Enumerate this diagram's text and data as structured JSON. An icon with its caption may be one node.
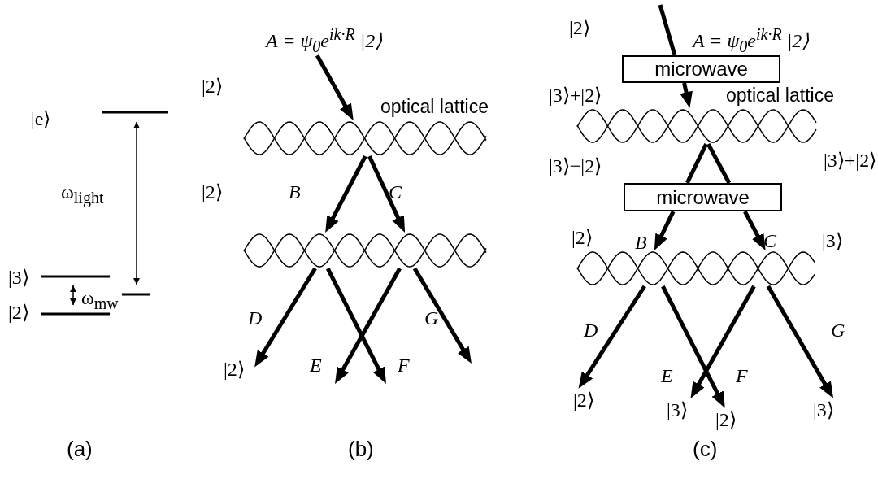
{
  "diagram": {
    "nodes": [
      {
        "text": [
          "A = ψ$_{0}$e$^{ik·R}$ |2⟩"
        ]
      },
      {
        "text": [],
        "shape": "wave",
        "beside": [
          "optical lattice"
        ]
      },
      {
        "text": [],
        "shape": "wave"
      },
      {
        "text": [
          "microwave"
        ]
      },
      {
        "text": [],
        "shape": "wave",
        "beside": [
          "optical lattice"
        ]
      },
      {
        "text": [
          "microwave"
        ]
      },
      {
        "text": [],
        "shape": "wave"
      },
      {
        "text": [
          "|2⟩"
        ]
      },
      {
        "text": [
          "|2⟩"
        ]
      },
      {
        "text": [
          "|3⟩"
        ]
      },
      {
        "text": [
          "|2⟩"
        ]
      },
      {
        "text": [
          "|3⟩"
        ]
      }
    ],
    "edges": [
      {
        "from": 0,
        "to": 1,
        "arrow": "to"
      },
      {
        "from": 1,
        "to": 2,
        "arrow": "to",
        "label": "B"
      },
      {
        "from": 1,
        "to": 2,
        "arrow": "to",
        "label": "C"
      },
      {
        "from": 2,
        "to": 7,
        "arrow": "to",
        "label": "D"
      },
      {
        "from": 2,
        "to": null,
        "arrow": "to",
        "label": "E"
      },
      {
        "from": 2,
        "to": null,
        "arrow": "to",
        "label": "F"
      },
      {
        "from": 2,
        "to": null,
        "arrow": "to",
        "label": "G"
      },
      {
        "from": null,
        "to": 3,
        "arrow": "none"
      },
      {
        "from": 3,
        "to": 4,
        "arrow": "to"
      },
      {
        "from": 4,
        "to": 5,
        "arrow": "none"
      },
      {
        "from": 4,
        "to": 5,
        "arrow": "none"
      },
      {
        "from": 5,
        "to": 6,
        "arrow": "to",
        "label": "B"
      },
      {
        "from": 5,
        "to": 6,
        "arrow": "to",
        "label": "C"
      },
      {
        "from": 6,
        "to": 8,
        "arrow": "to",
        "label": "D"
      },
      {
        "from": 6,
        "to": 9,
        "arrow": "to",
        "label": "E"
      },
      {
        "from": 6,
        "to": 10,
        "arrow": "to",
        "label": "F"
      },
      {
        "from": 6,
        "to": 11,
        "arrow": "to",
        "label": "G"
      }
    ],
    "labels": [
      "|e⟩",
      "ω$_{light}$",
      "|3⟩",
      "ω$_{mw}$",
      "|2⟩",
      "(a)",
      "|2⟩",
      "|2⟩",
      "(b)",
      "|2⟩",
      "A = ψ$_{0}$e$^{ik·R}$ |2⟩",
      "|3⟩+|2⟩",
      "|3⟩−|2⟩",
      "|3⟩+|2⟩",
      "|2⟩",
      "|3⟩",
      "(c)"
    ]
  }
}
